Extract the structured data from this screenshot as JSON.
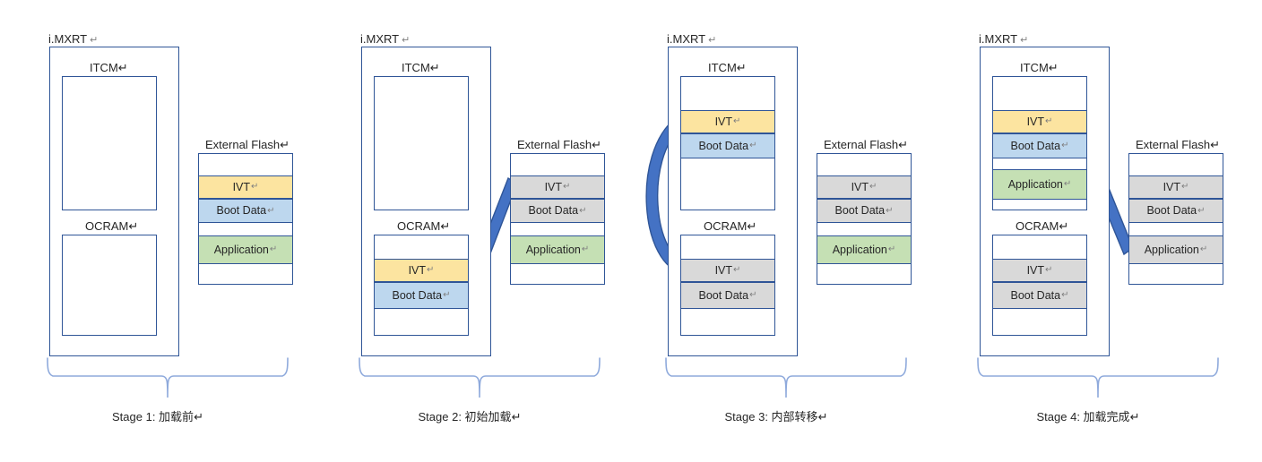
{
  "theme": {
    "border_blue": "#2F5597",
    "ivt_yellow": "#FCE4A0",
    "bootdata_blue": "#BDD7EE",
    "application_green": "#C5E0B4",
    "inactive_gray": "#D9D9D9",
    "arrow_blue": "#4472C4",
    "bracket_blue": "#8FAADC"
  },
  "labels": {
    "chip": "i.MXRT",
    "itcm": "ITCM",
    "ocram": "OCRAM",
    "flash": "External Flash",
    "ivt": "IVT",
    "boot_data": "Boot Data",
    "application": "Application",
    "cr": "↵"
  },
  "stages": [
    {
      "id": "stage-1",
      "caption": "Stage 1:  加载前",
      "itcm_blocks": [],
      "ocram_blocks": [],
      "flash_blocks": [
        {
          "label": "IVT",
          "color": "ivt_yellow"
        },
        {
          "label": "Boot Data",
          "color": "bootdata_blue"
        },
        {
          "label": "Application",
          "color": "application_green"
        }
      ],
      "arrow": "none"
    },
    {
      "id": "stage-2",
      "caption": "Stage 2:  初始加载",
      "itcm_blocks": [],
      "ocram_blocks": [
        {
          "label": "IVT",
          "color": "ivt_yellow"
        },
        {
          "label": "Boot Data",
          "color": "bootdata_blue"
        }
      ],
      "flash_blocks": [
        {
          "label": "IVT",
          "color": "inactive_gray"
        },
        {
          "label": "Boot Data",
          "color": "inactive_gray"
        },
        {
          "label": "Application",
          "color": "application_green"
        }
      ],
      "arrow": "flash-to-ocram"
    },
    {
      "id": "stage-3",
      "caption": "Stage 3:  内部转移",
      "itcm_blocks": [
        {
          "label": "IVT",
          "color": "ivt_yellow"
        },
        {
          "label": "Boot Data",
          "color": "bootdata_blue"
        }
      ],
      "ocram_blocks": [
        {
          "label": "IVT",
          "color": "inactive_gray"
        },
        {
          "label": "Boot Data",
          "color": "inactive_gray"
        }
      ],
      "flash_blocks": [
        {
          "label": "IVT",
          "color": "inactive_gray"
        },
        {
          "label": "Boot Data",
          "color": "inactive_gray"
        },
        {
          "label": "Application",
          "color": "application_green"
        }
      ],
      "arrow": "ocram-to-itcm"
    },
    {
      "id": "stage-4",
      "caption": "Stage 4:  加载完成",
      "itcm_blocks": [
        {
          "label": "IVT",
          "color": "ivt_yellow"
        },
        {
          "label": "Boot Data",
          "color": "bootdata_blue"
        },
        {
          "label": "Application",
          "color": "application_green"
        }
      ],
      "ocram_blocks": [
        {
          "label": "IVT",
          "color": "inactive_gray"
        },
        {
          "label": "Boot Data",
          "color": "inactive_gray"
        }
      ],
      "flash_blocks": [
        {
          "label": "IVT",
          "color": "inactive_gray"
        },
        {
          "label": "Boot Data",
          "color": "inactive_gray"
        },
        {
          "label": "Application",
          "color": "inactive_gray"
        }
      ],
      "arrow": "flash-to-itcm"
    }
  ]
}
